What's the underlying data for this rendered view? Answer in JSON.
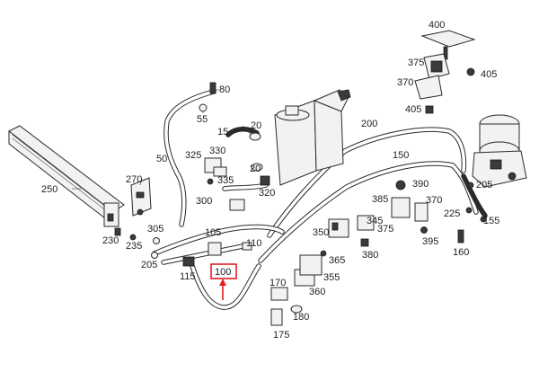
{
  "diagram": {
    "highlight_color": "#e02020",
    "highlighted_label": "100",
    "labels": {
      "l400": "400",
      "l375a": "375",
      "l405a": "405",
      "l370a": "370",
      "l405b": "405",
      "l80": "80",
      "l55": "55",
      "l15": "15",
      "l20a": "20",
      "l200": "200",
      "l50": "50",
      "l325": "325",
      "l330": "330",
      "l335": "335",
      "l20b": "20",
      "l320": "320",
      "l150": "150",
      "l205a": "205",
      "l250": "250",
      "l270": "270",
      "l300": "300",
      "l390": "390",
      "l385": "385",
      "l370b": "370",
      "l225": "225",
      "l155": "155",
      "l305": "305",
      "l230": "230",
      "l235": "235",
      "l105": "105",
      "l110": "110",
      "l345": "345",
      "l350": "350",
      "l375b": "375",
      "l395": "395",
      "l160": "160",
      "l365": "365",
      "l380": "380",
      "l205b": "205",
      "l115": "115",
      "l100": "100",
      "l170": "170",
      "l355": "355",
      "l360": "360",
      "l180": "180",
      "l175": "175"
    }
  }
}
